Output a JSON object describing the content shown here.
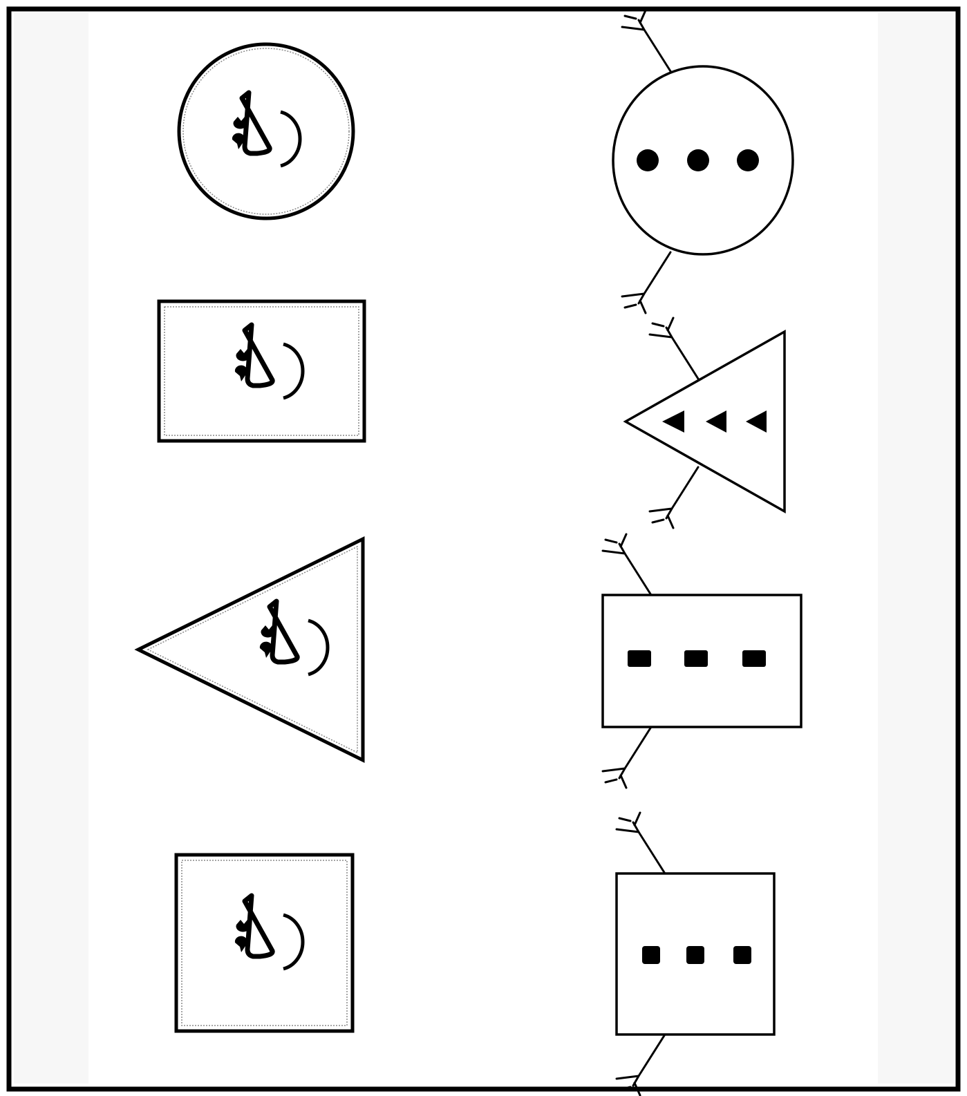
{
  "worksheet": {
    "title": "",
    "colors": {
      "ink": "#000000",
      "paper": "#ffffff",
      "margin": "#f7f7f7"
    },
    "left_column": {
      "rows": [
        {
          "shape": "circle",
          "face": "snowman-face"
        },
        {
          "shape": "rectangle",
          "face": "snowman-face"
        },
        {
          "shape": "triangle",
          "face": "snowman-face"
        },
        {
          "shape": "square",
          "face": "snowman-face"
        }
      ]
    },
    "right_column": {
      "rows": [
        {
          "shape": "circle",
          "buttons": "dots",
          "button_count": 3,
          "arms": 2
        },
        {
          "shape": "triangle",
          "buttons": "triangles",
          "button_count": 3,
          "arms": 2
        },
        {
          "shape": "rectangle",
          "buttons": "squares",
          "button_count": 3,
          "arms": 2
        },
        {
          "shape": "square",
          "buttons": "squares",
          "button_count": 3,
          "arms": 2
        }
      ]
    }
  }
}
